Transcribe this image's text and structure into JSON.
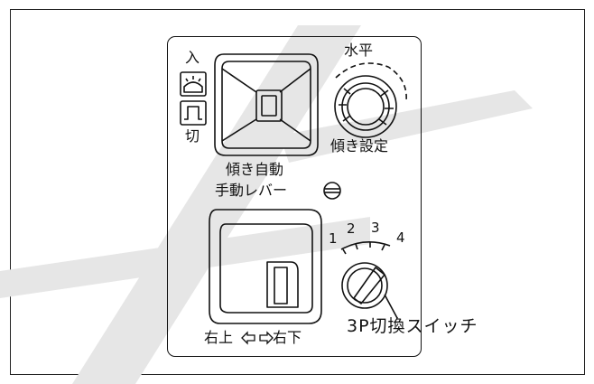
{
  "labels": {
    "on": "入",
    "off": "切",
    "level": "水平",
    "tilt_setting": "傾き設定",
    "auto_line1": "傾き自動",
    "manual_line2": "手動レバー",
    "right_up": "右上",
    "right_down": "右下",
    "switch_name": "3P切換スイッチ"
  },
  "dial_positions": [
    "1",
    "2",
    "3",
    "4"
  ],
  "colors": {
    "line": "#111111",
    "watermark": "#e3e3e3",
    "background": "#ffffff"
  }
}
